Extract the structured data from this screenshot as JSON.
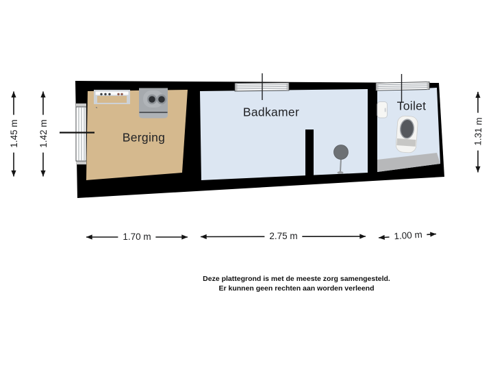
{
  "rooms": [
    {
      "label": "Berging",
      "floor_color": "#d5b98e",
      "fixtures": [
        "counter",
        "washing-machine",
        "window-left"
      ]
    },
    {
      "label": "Badkamer",
      "floor_color": "#dce6f2",
      "fixtures": [
        "window-top",
        "shower",
        "partition-wall"
      ]
    },
    {
      "label": "Toilet",
      "floor_color": "#dce6f2",
      "fixtures": [
        "window-top",
        "sink",
        "toilet",
        "threshold"
      ]
    }
  ],
  "dimensions": {
    "left_vertical": [
      "1.45 m",
      "1.42 m"
    ],
    "right_vertical": [
      "1.31 m"
    ],
    "bottom_horizontal": [
      "1.70 m",
      "2.75 m",
      "1.00 m"
    ]
  },
  "disclaimer": {
    "line1": "Deze plattegrond is met de meeste zorg samengesteld.",
    "line2": "Er kunnen geen rechten aan worden verleend"
  },
  "colors": {
    "background": "#ffffff",
    "wall": "#000000",
    "berging_floor": "#d5b98e",
    "bathroom_floor": "#dce6f2",
    "threshold": "#b7b8ba",
    "dimension_label_background": "#ffffff",
    "text": "#1f2123"
  }
}
